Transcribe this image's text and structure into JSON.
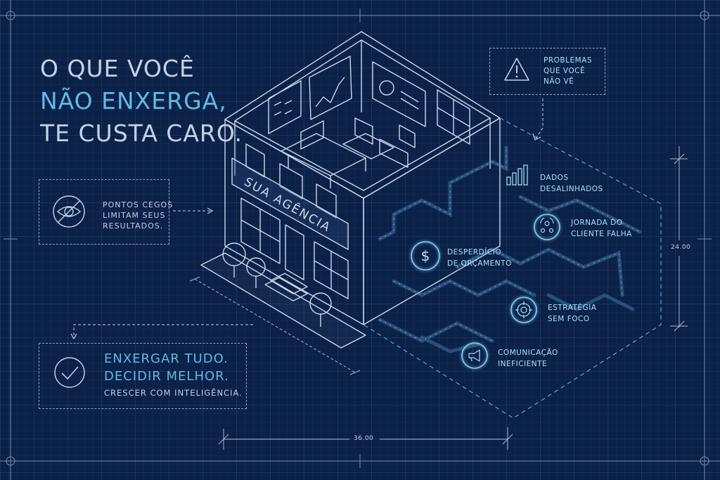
{
  "headline": {
    "line1": "O QUE VOCÊ",
    "line2": "NÃO ENXERGA,",
    "line3": "TE CUSTA CARO."
  },
  "blind_spots": {
    "line1": "PONTOS CEGOS",
    "line2": "LIMITAM SEUS",
    "line3": "RESULTADOS.",
    "icon": "eye-slash-icon"
  },
  "cta": {
    "line1": "ENXERGAR TUDO.",
    "line2": "DECIDIR MELHOR.",
    "line3": "CRESCER COM INTELIGÊNCIA.",
    "icon": "check-circle-icon"
  },
  "warning": {
    "line1": "PROBLEMAS",
    "line2": "QUE VOCÊ",
    "line3": "NÃO VÊ",
    "icon": "warning-icon"
  },
  "building_sign": "SUA AGÊNCIA",
  "problems": [
    {
      "line1": "DADOS",
      "line2": "DESALINHADOS",
      "icon": "bar-chart-icon"
    },
    {
      "line1": "JORNADA DO",
      "line2": "CLIENTE FALHA",
      "icon": "customer-journey-icon"
    },
    {
      "line1": "DESPERDÍCIO",
      "line2": "DE ORÇAMENTO",
      "icon": "dollar-icon"
    },
    {
      "line1": "ESTRATÉGIA",
      "line2": "SEM FOCO",
      "icon": "target-icon"
    },
    {
      "line1": "COMUNICAÇÃO",
      "line2": "INEFICIENTE",
      "icon": "megaphone-icon"
    }
  ],
  "dimensions": {
    "width": "36.00",
    "height": "24.00"
  },
  "colors": {
    "background": "#0b2148",
    "accent": "#63b8e6",
    "line": "#c4d2e6"
  }
}
